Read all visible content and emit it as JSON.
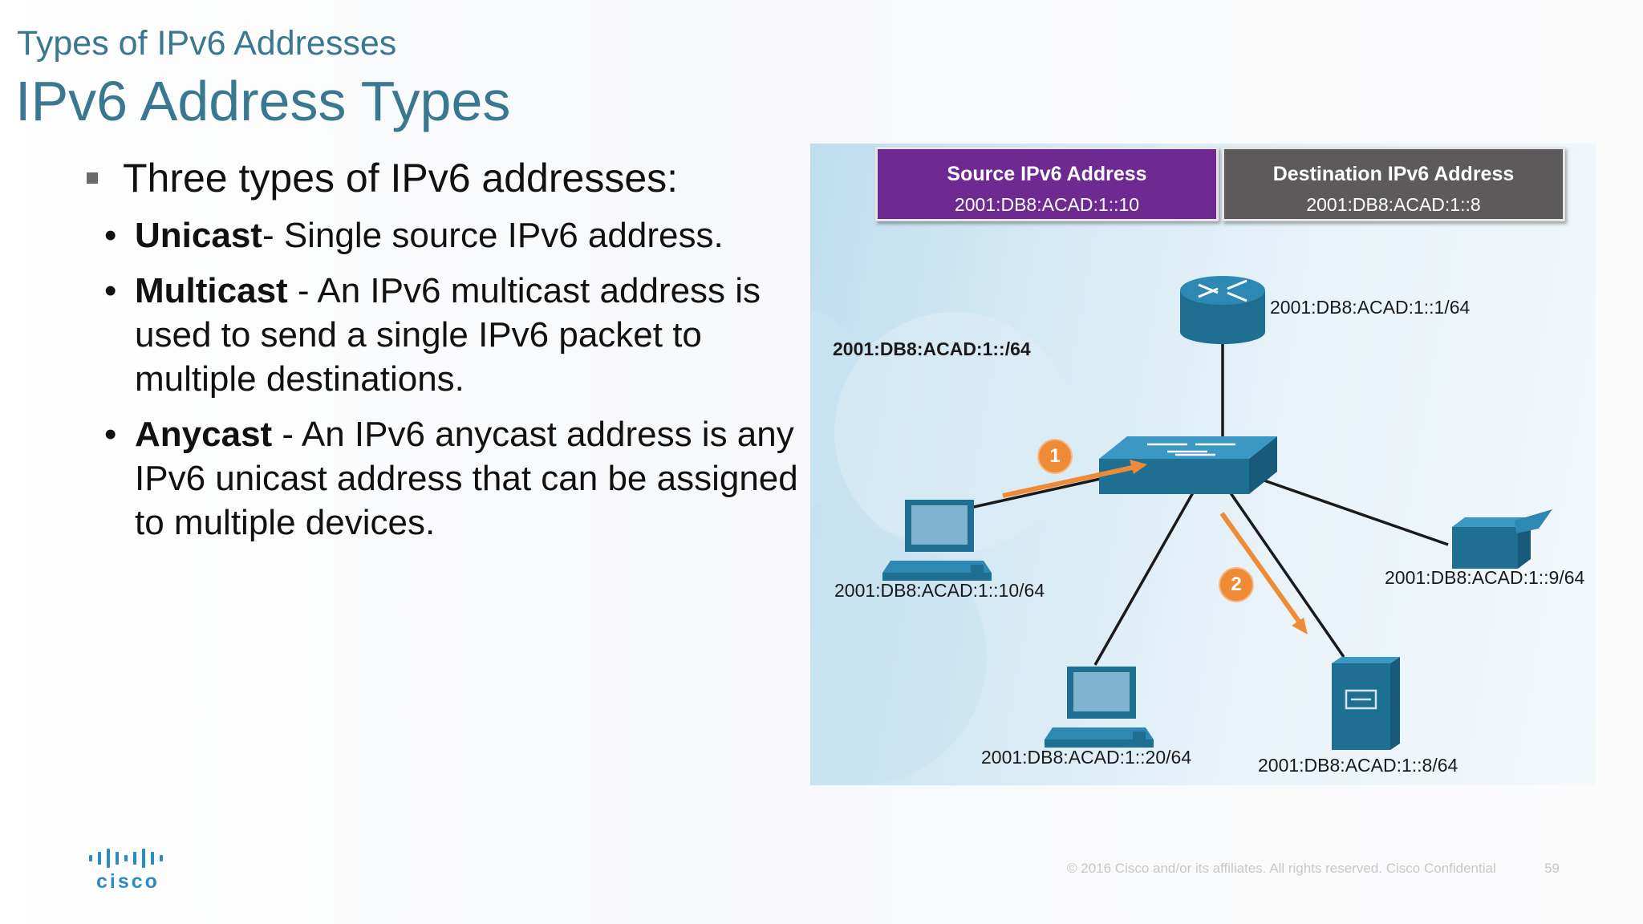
{
  "header": {
    "kicker": "Types of IPv6 Addresses",
    "title": "IPv6 Address Types"
  },
  "bullets": {
    "intro": "Three types of IPv6 addresses:",
    "items": [
      {
        "term": "Unicast",
        "text": "- Single source IPv6 address."
      },
      {
        "term": "Multicast",
        "text": " - An IPv6 multicast address is used to send a single IPv6 packet to multiple destinations."
      },
      {
        "term": "Anycast",
        "text": " - An IPv6 anycast address is any IPv6 unicast address that can be assigned to multiple devices."
      }
    ]
  },
  "diagram": {
    "source": {
      "heading": "Source IPv6 Address",
      "value": "2001:DB8:ACAD:1::10"
    },
    "destination": {
      "heading": "Destination IPv6 Address",
      "value": "2001:DB8:ACAD:1::8"
    },
    "network_label": "2001:DB8:ACAD:1::/64",
    "router_label": "2001:DB8:ACAD:1::1/64",
    "pc1_label": "2001:DB8:ACAD:1::10/64",
    "pc2_label": "2001:DB8:ACAD:1::20/64",
    "server_label": "2001:DB8:ACAD:1::8/64",
    "printer_label": "2001:DB8:ACAD:1::9/64",
    "step1": "1",
    "step2": "2",
    "colors": {
      "source": "#6f2a91",
      "destination": "#5d5a5c",
      "device": "#1f6f93",
      "arrow": "#f08b35"
    },
    "icons": [
      "router-icon",
      "switch-icon",
      "pc-icon",
      "server-icon",
      "printer-icon"
    ]
  },
  "footer": {
    "copyright": "© 2016  Cisco and/or its affiliates. All rights reserved.   Cisco Confidential",
    "page": "59",
    "logo": "cisco"
  }
}
